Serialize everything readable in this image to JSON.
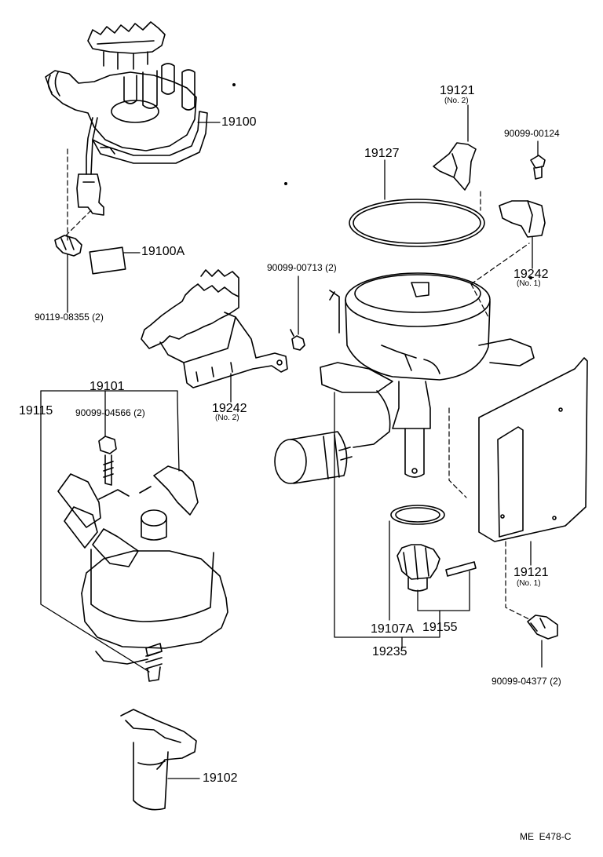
{
  "diagram": {
    "code": "ME  E478-C",
    "parts": {
      "p19100": "19100",
      "p19100A": "19100A",
      "p90119_08355": "90119-08355 (2)",
      "p19121_no2": "19121",
      "p19121_no2_sub": "(No. 2)",
      "p90099_00124": "90099-00124",
      "p19127": "19127",
      "p19242_no1": "19242",
      "p19242_no1_sub": "(No. 1)",
      "p90099_00713": "90099-00713 (2)",
      "p19101": "19101",
      "p19115": "19115",
      "p90099_04566": "90099-04566 (2)",
      "p19242_no2": "19242",
      "p19242_no2_sub": "(No. 2)",
      "p19121_no1": "19121",
      "p19121_no1_sub": "(No. 1)",
      "p19107A": "19107A",
      "p19155": "19155",
      "p19235": "19235",
      "p90099_04377": "90099-04377 (2)",
      "p19102": "19102"
    }
  }
}
